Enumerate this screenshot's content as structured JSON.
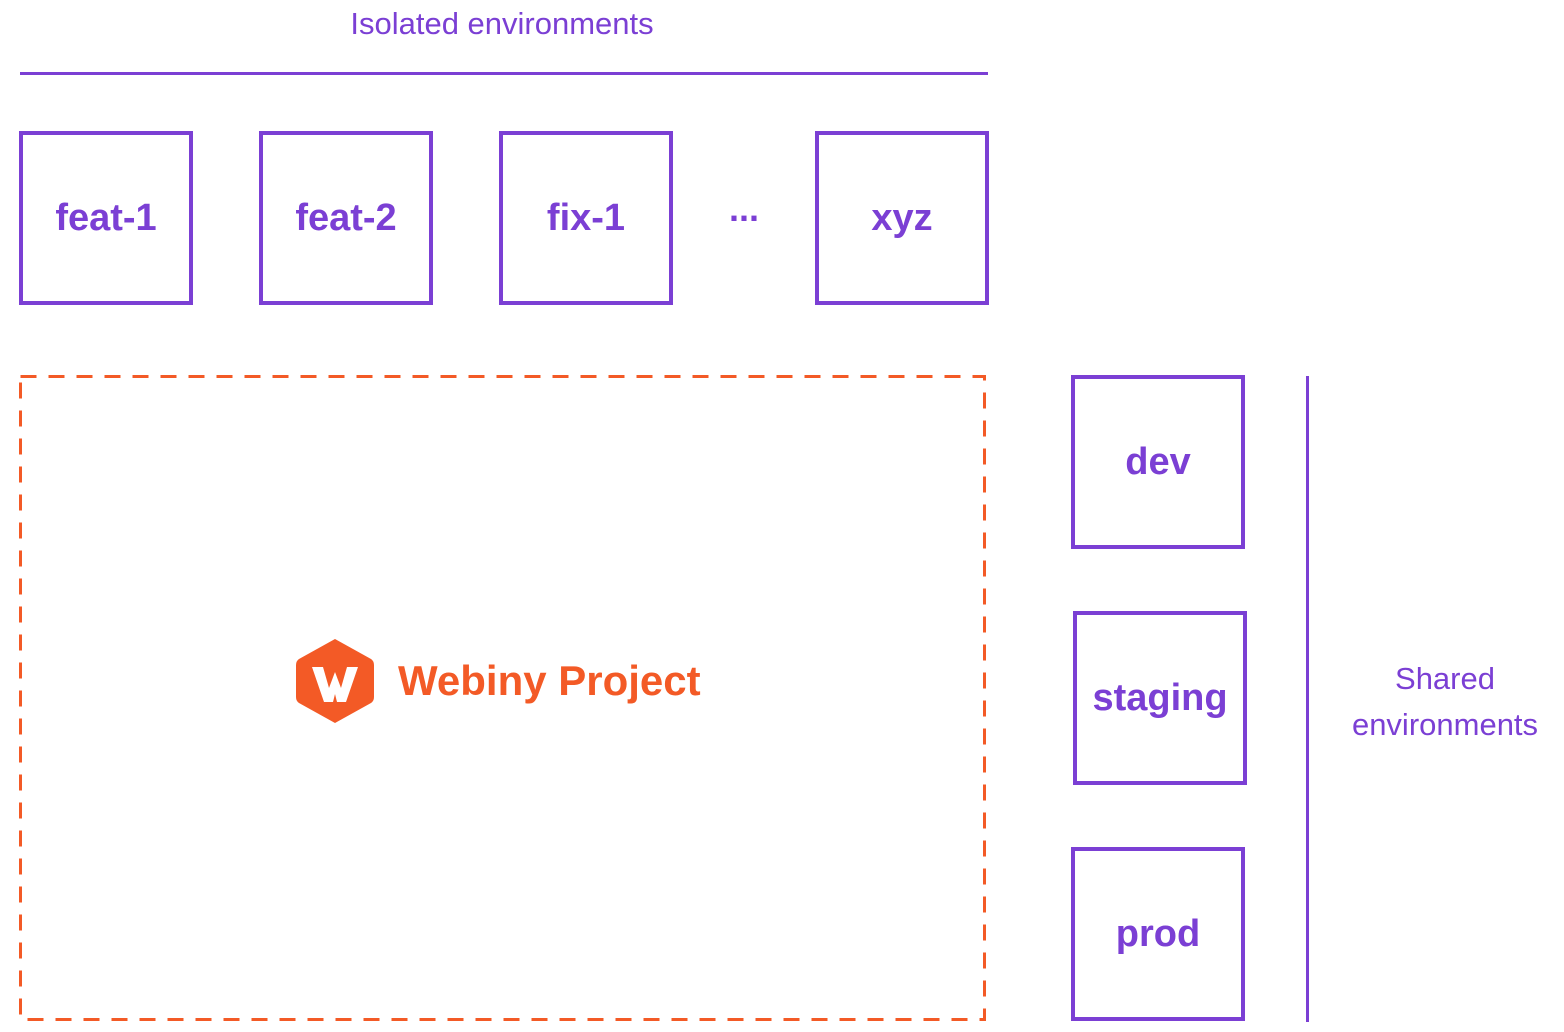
{
  "isolated": {
    "title": "Isolated environments",
    "environments": [
      "feat-1",
      "feat-2",
      "fix-1",
      "xyz"
    ],
    "ellipsis": "..."
  },
  "shared": {
    "title": "Shared environments",
    "environments": [
      "dev",
      "staging",
      "prod"
    ]
  },
  "project": {
    "name": "Webiny Project",
    "logo_letter": "W",
    "logo_icon": "webiny-hexagon-logo-icon"
  },
  "colors": {
    "accent_purple": "#7b3fd4",
    "brand_orange": "#f35a26",
    "background": "#ffffff"
  }
}
